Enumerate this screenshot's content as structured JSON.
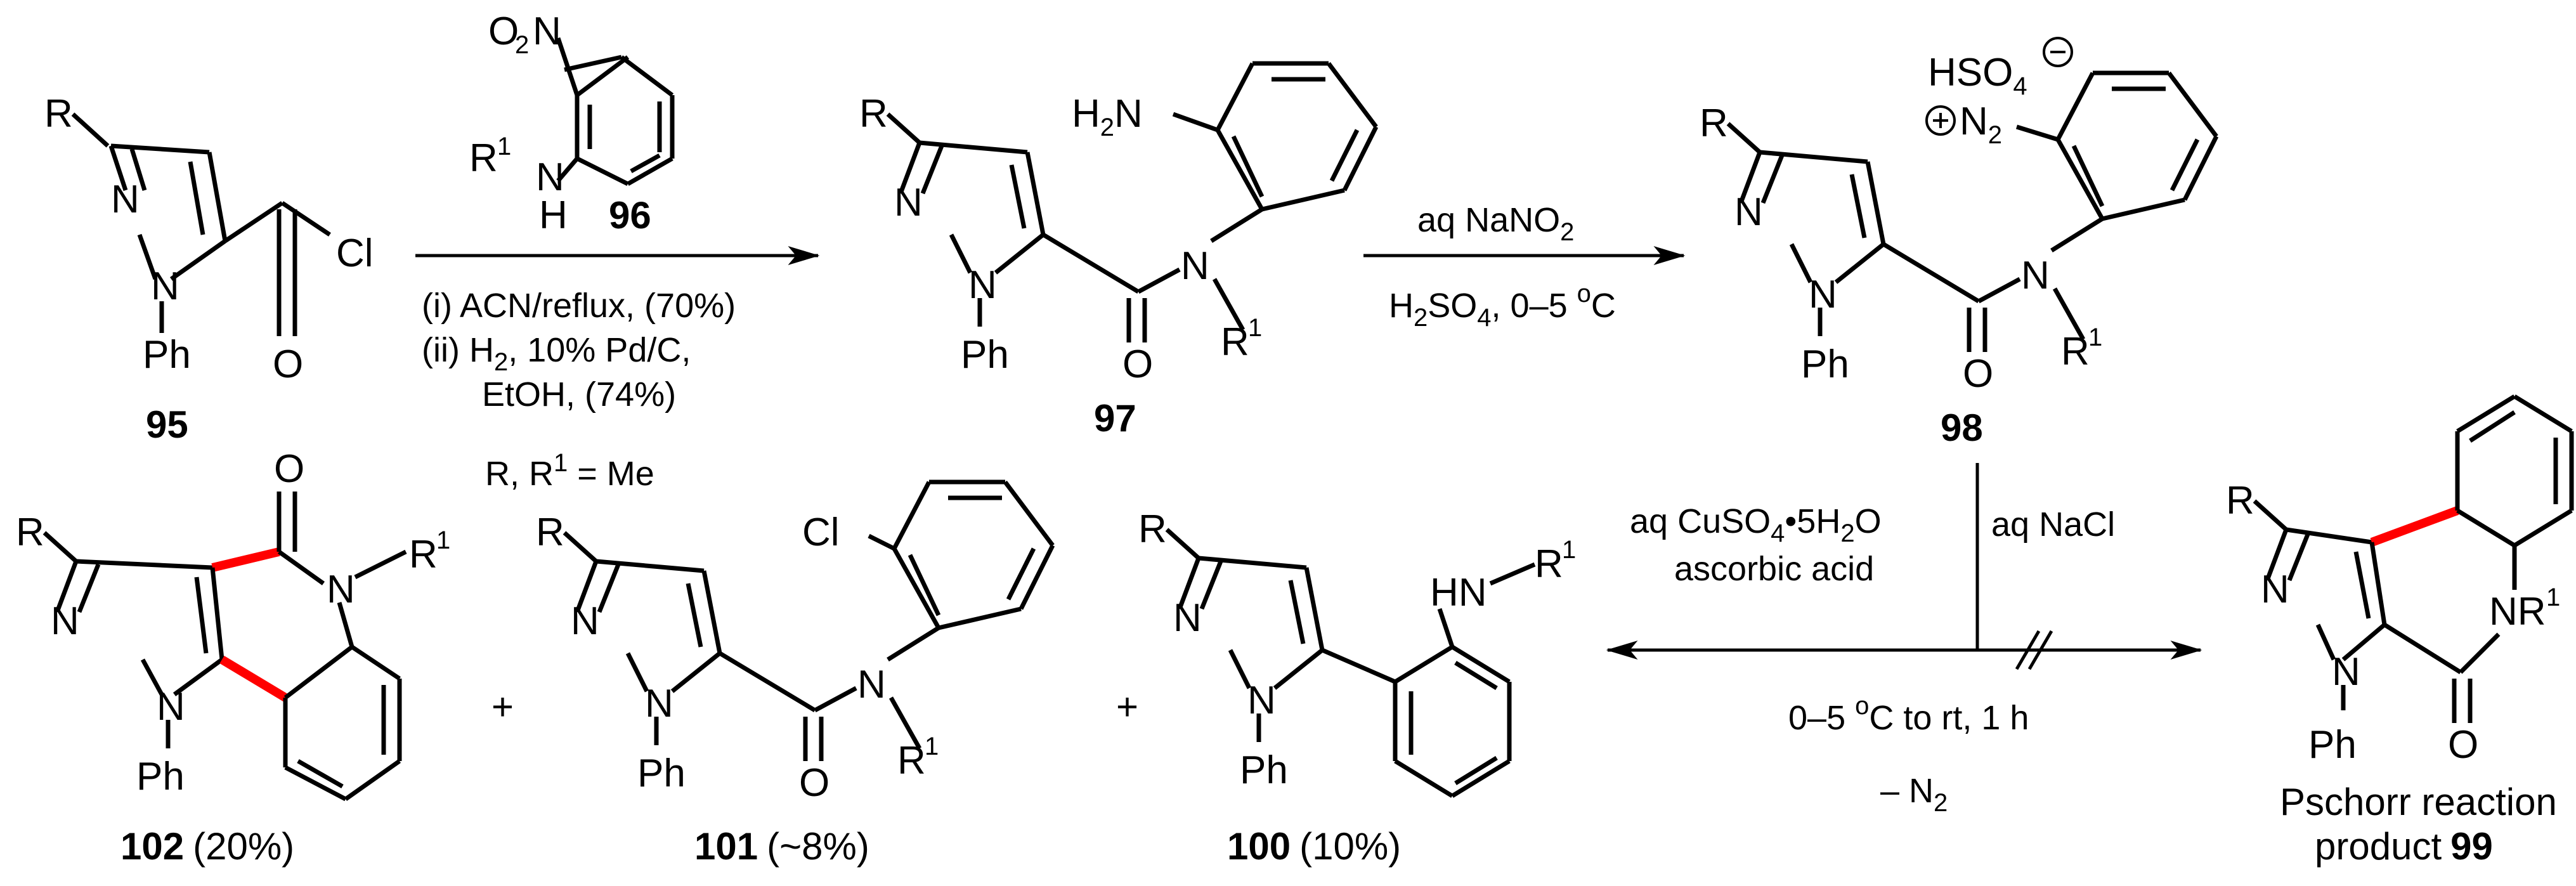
{
  "compounds": {
    "c95": {
      "label": "95",
      "atoms": {
        "r": "R",
        "n2": "N",
        "n1": "N",
        "ph": "Ph",
        "cl": "Cl",
        "o": "O"
      }
    },
    "c96": {
      "label": "96",
      "atoms": {
        "no2_o": "O",
        "no2_sub": "2",
        "no2_n": "N",
        "r1": "R",
        "r1_sup": "1",
        "n": "N",
        "h": "H"
      }
    },
    "c97": {
      "label": "97",
      "atoms": {
        "r": "R",
        "n2": "N",
        "n1": "N",
        "ph": "Ph",
        "o": "O",
        "n_amide": "N",
        "r1": "R",
        "r1_sup": "1",
        "h2n": "H",
        "h2n_sub": "2",
        "h2n_n": "N"
      }
    },
    "c98": {
      "label": "98",
      "atoms": {
        "r": "R",
        "n2": "N",
        "n1": "N",
        "ph": "Ph",
        "o": "O",
        "n_amide": "N",
        "r1": "R",
        "r1_sup": "1",
        "hso4": "HSO",
        "hso4_sub": "4",
        "n2plus": "N",
        "n2plus_sub": "2"
      }
    },
    "c99": {
      "label": "99",
      "prefix_line1": "Pschorr reaction",
      "prefix_line2": "product",
      "atoms": {
        "r": "R",
        "n2": "N",
        "n1": "N",
        "ph": "Ph",
        "o": "O",
        "nr1": "NR",
        "r1_sup": "1"
      }
    },
    "c100": {
      "label": "100",
      "yield": "(10%)",
      "atoms": {
        "r": "R",
        "n2": "N",
        "n1": "N",
        "ph": "Ph",
        "hn": "HN",
        "r1": "R",
        "r1_sup": "1"
      }
    },
    "c101": {
      "label": "101",
      "yield": "(~8%)",
      "atoms": {
        "r": "R",
        "n2": "N",
        "n1": "N",
        "ph": "Ph",
        "o": "O",
        "n_amide": "N",
        "r1": "R",
        "r1_sup": "1",
        "cl": "Cl"
      }
    },
    "c102": {
      "label": "102",
      "yield": "(20%)",
      "atoms": {
        "r": "R",
        "n2": "N",
        "n1": "N",
        "ph": "Ph",
        "o": "O",
        "n": "N",
        "r1": "R",
        "r1_sup": "1"
      }
    }
  },
  "conditions": {
    "step1": {
      "line1": "(i) ACN/reflux, (70%)",
      "line2_prefix": "(ii) H",
      "line2_sub": "2",
      "line2_suffix": ", 10% Pd/C,",
      "line3": "EtOH, (74%)",
      "line4_prefix": "R, R",
      "line4_sup": "1",
      "line4_suffix": " = Me"
    },
    "step2": {
      "top_prefix": "aq NaNO",
      "top_sub": "2",
      "bottom_prefix": "H",
      "bottom_sub": "2",
      "bottom_mid": "SO",
      "bottom_sub2": "4",
      "bottom_suffix": ", 0–5 ",
      "bottom_sup": "o",
      "bottom_end": "C"
    },
    "step3": {
      "left_line1_prefix": "aq CuSO",
      "left_line1_sub": "4",
      "left_line1_bullet": "•",
      "left_line1_mid": "5H",
      "left_line1_sub2": "2",
      "left_line1_end": "O",
      "left_line2": "ascorbic acid",
      "right_top": "aq NaCl",
      "bottom_line1_prefix": "0–5 ",
      "bottom_line1_sup": "o",
      "bottom_line1_suffix": "C to rt, 1 h",
      "bottom_line2_prefix": "– N",
      "bottom_line2_sub": "2"
    }
  },
  "plus_signs": [
    "+",
    "+"
  ]
}
